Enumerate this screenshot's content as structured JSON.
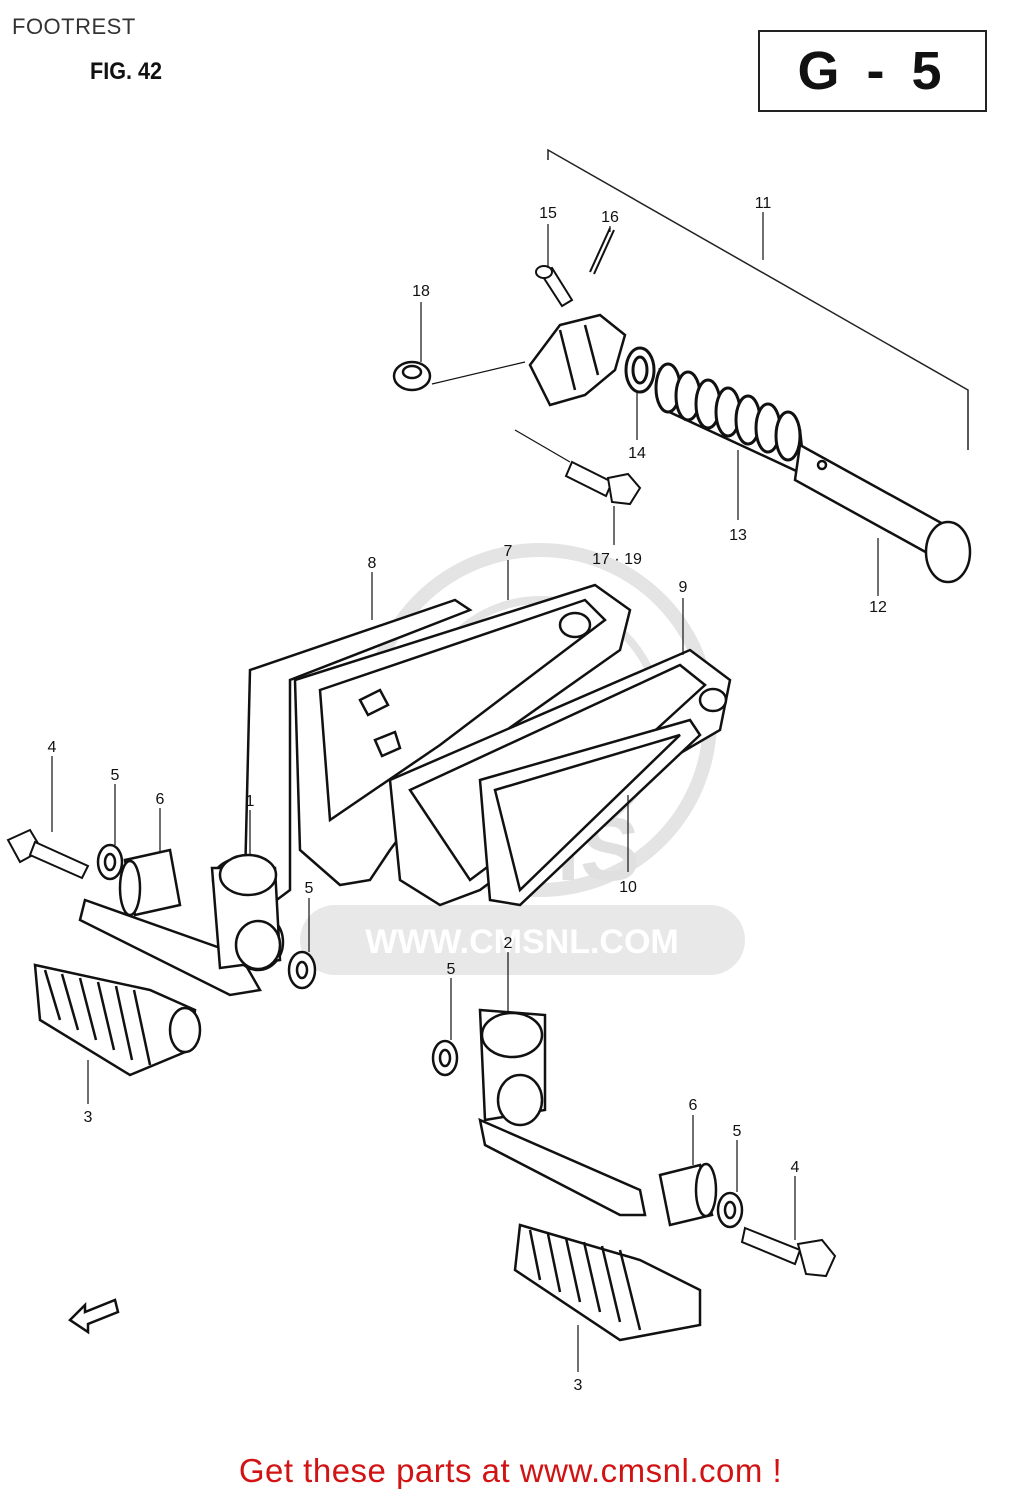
{
  "page_title": "FOOTREST",
  "figure_label": "FIG. 42",
  "section_code": "G - 5",
  "watermark": {
    "logo_text": "CMS",
    "url_text": "WWW.CMSNL.COM"
  },
  "callouts": [
    "11",
    "15",
    "16",
    "18",
    "14",
    "13",
    "17 · 19",
    "12",
    "8",
    "7",
    "9",
    "4",
    "5",
    "6",
    "1",
    "5",
    "10",
    "2",
    "5",
    "3",
    "6",
    "5",
    "4",
    "3"
  ],
  "footer_link": "Get these parts at www.cmsnl.com !"
}
